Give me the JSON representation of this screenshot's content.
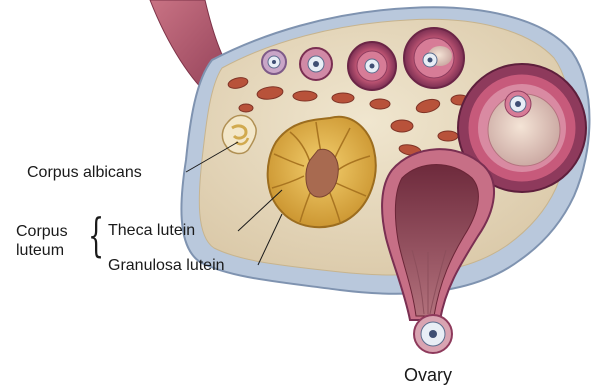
{
  "labels": {
    "corpus_albicans": "Corpus albicans",
    "corpus": "Corpus",
    "luteum": "luteum",
    "theca_lutein": "Theca lutein",
    "granulosa_lutein": "Granulosa lutein",
    "caption": "Ovary"
  },
  "palette": {
    "stroma": "#e9ddc4",
    "capsule": "#b9c8dc",
    "follicle_wall": "#8e3a5c",
    "corpus_luteum": "#e0b24a",
    "ligament": "#a8566a"
  }
}
